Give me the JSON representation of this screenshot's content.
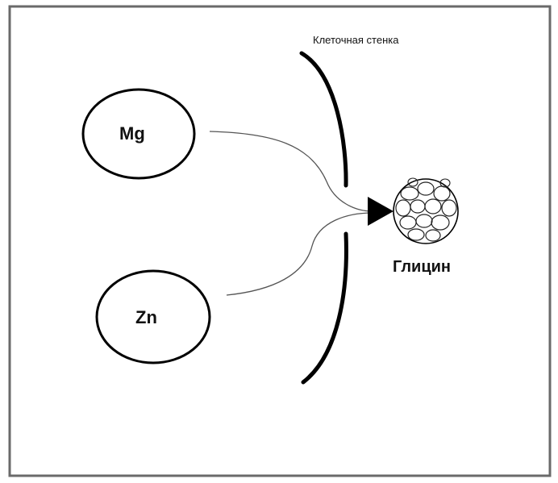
{
  "diagram": {
    "cell_wall_label": "Клеточная стенка",
    "mg_label": "Mg",
    "zn_label": "Zn",
    "glycine_label": "Глицин"
  }
}
